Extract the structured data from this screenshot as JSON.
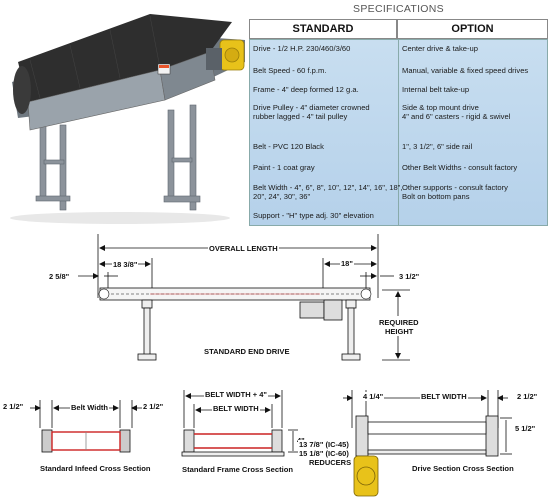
{
  "specifications": {
    "title": "SPECIFICATIONS",
    "columns": {
      "standard": "STANDARD",
      "option": "OPTION"
    },
    "rows": [
      {
        "standard": [
          "Drive - 1/2 H.P. 230/460/3/60"
        ],
        "option": [
          "Center drive & take-up"
        ]
      },
      {
        "standard": [
          "Belt Speed - 60 f.p.m."
        ],
        "option": [
          "Manual, variable & fixed speed drives"
        ]
      },
      {
        "standard": [
          "Frame - 4\" deep formed 12 g.a."
        ],
        "option": [
          "Internal belt take-up"
        ]
      },
      {
        "standard": [
          "Drive Pulley - 4\" diameter crowned",
          "  rubber lagged - 4\" tail pulley"
        ],
        "option": [
          "Side & top mount drive",
          "4\" and 6\" casters - rigid & swivel"
        ]
      },
      {
        "standard": [
          "Belt - PVC 120 Black"
        ],
        "option": [
          "1\", 3 1/2\", 6\" side rail"
        ]
      },
      {
        "standard": [
          "Paint - 1 coat gray"
        ],
        "option": [
          "Other Belt Widths - consult factory"
        ]
      },
      {
        "standard": [
          "Belt Width - 4\", 6\", 8\", 10\", 12\", 14\", 16\", 18\",",
          "                20\", 24\", 30\", 36\""
        ],
        "option": [
          "Other supports - consult factory",
          "Bolt on bottom pans"
        ]
      },
      {
        "standard": [
          "Support - \"H\" type adj. 30\" elevation"
        ],
        "option": []
      }
    ]
  },
  "drawing": {
    "overall_length": "OVERALL LENGTH",
    "dim_18_3_8": "18 3/8\"",
    "dim_18": "18\"",
    "dim_2_5_8": "2 5/8\"",
    "dim_3_1_2": "3 1/2\"",
    "required_height": [
      "REQUIRED",
      "HEIGHT"
    ],
    "standard_end_drive": "STANDARD END DRIVE",
    "infeed": {
      "left": "2 1/2\"",
      "width": "Belt Width",
      "right": "2 1/2\"",
      "caption": "Standard Infeed Cross Section"
    },
    "frame": {
      "top": "BELT WIDTH + 4\"",
      "width": "BELT WIDTH",
      "height": "4\"",
      "caption": "Standard Frame Cross Section"
    },
    "reducers": {
      "ic45": "13 7/8\" (IC-45)",
      "ic60": "15 1/8\" (IC-60)",
      "label": "REDUCERS"
    },
    "drive": {
      "left": "4 1/4\"",
      "width": "BELT WIDTH",
      "right": "2 1/2\"",
      "side": "5 1/2\"",
      "caption": "Drive Section Cross Section"
    }
  }
}
